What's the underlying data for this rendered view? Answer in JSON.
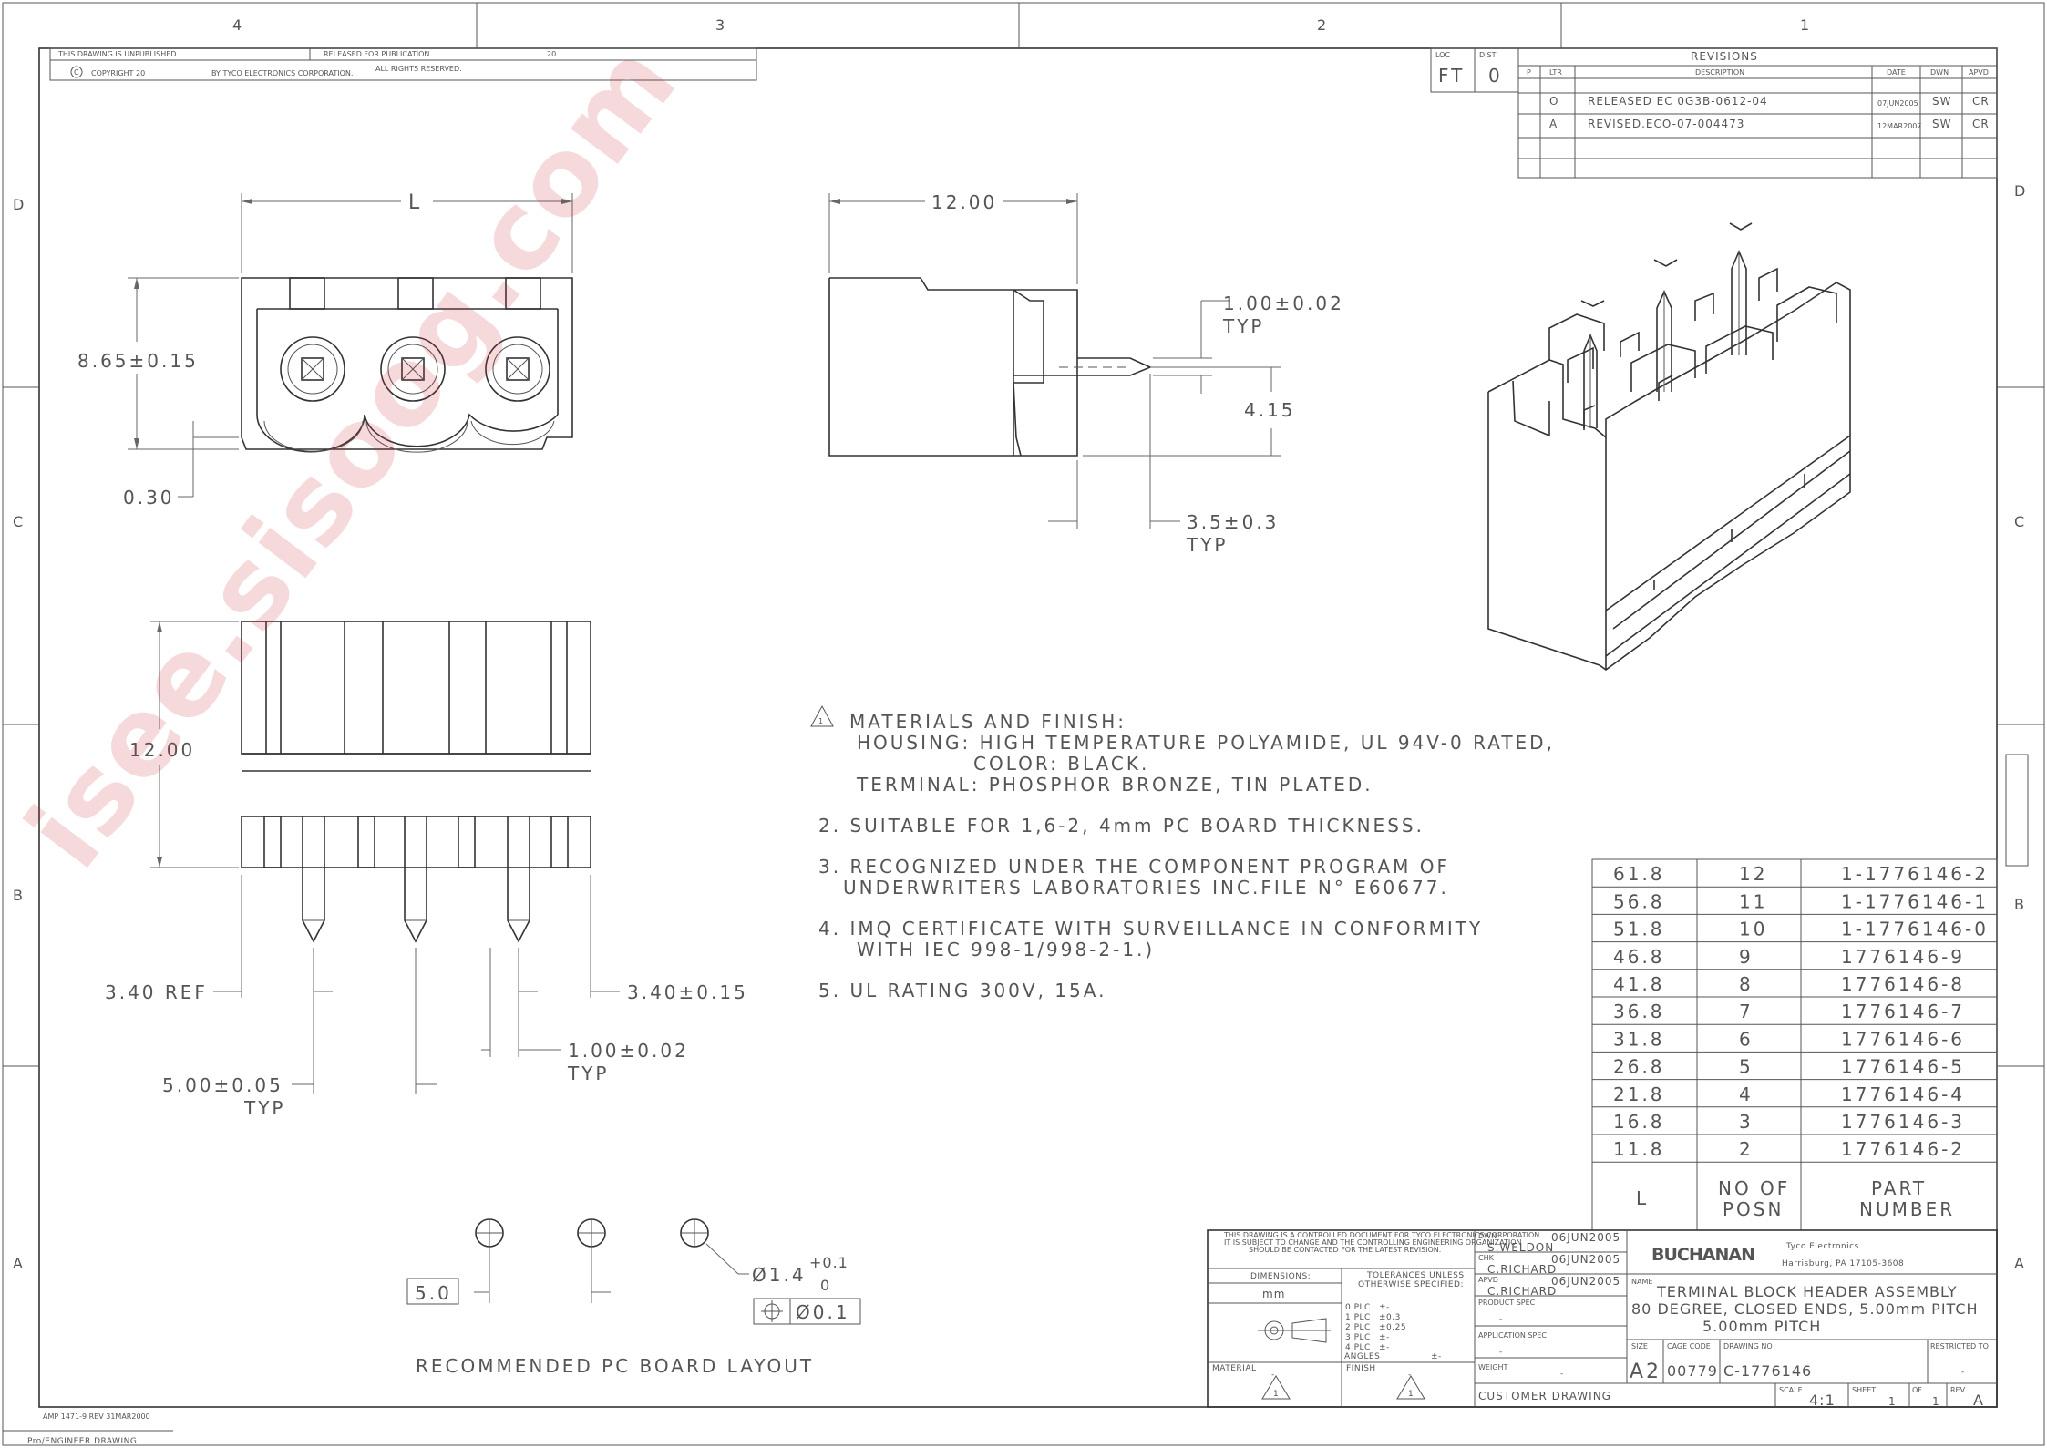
{
  "border": {
    "top_zones": [
      "4",
      "3",
      "2",
      "1"
    ],
    "side_zones": [
      "D",
      "C",
      "B",
      "A"
    ]
  },
  "title_strip": {
    "unpublished": "THIS DRAWING IS UNPUBLISHED.",
    "released": "RELEASED FOR PUBLICATION",
    "year": "20",
    "copyright": "COPYRIGHT 20",
    "by": "BY TYCO ELECTRONICS CORPORATION.",
    "rights": "ALL RIGHTS RESERVED."
  },
  "loc_dist": {
    "loc_label": "LOC",
    "loc": "FT",
    "dist_label": "DIST",
    "dist": "0"
  },
  "revisions": {
    "title": "REVISIONS",
    "headers": [
      "P",
      "LTR",
      "DESCRIPTION",
      "DATE",
      "DWN",
      "APVD"
    ],
    "rows": [
      {
        "ltr": "O",
        "desc": "RELEASED EC 0G3B-0612-04",
        "date": "07JUN2005",
        "dwn": "SW",
        "apvd": "CR"
      },
      {
        "ltr": "A",
        "desc": "REVISED.ECO-07-004473",
        "date": "12MAR2007",
        "dwn": "SW",
        "apvd": "CR"
      }
    ]
  },
  "dims": {
    "L": "L",
    "w12": "12.00",
    "h865": "8.65±0.15",
    "d030": "0.30",
    "pin_w": "1.00±0.02",
    "typ": "TYP",
    "d415": "4.15",
    "d35": "3.5±0.3",
    "h12": "12.00",
    "ref340": "3.40 REF",
    "d340": "3.40±0.15",
    "d100": "1.00±0.02",
    "pitch": "5.00±0.05"
  },
  "notes": [
    "MATERIALS AND FINISH:",
    "HOUSING: HIGH TEMPERATURE POLYAMIDE, UL 94V-0 RATED,",
    "COLOR: BLACK.",
    "TERMINAL: PHOSPHOR BRONZE, TIN PLATED.",
    "2. SUITABLE FOR 1,6-2, 4mm PC BOARD THICKNESS.",
    "3. RECOGNIZED UNDER THE COMPONENT PROGRAM OF",
    "UNDERWRITERS LABORATORIES INC.FILE N° E60677.",
    "4. IMQ CERTIFICATE WITH SURVEILLANCE IN CONFORMITY",
    "WITH IEC 998-1/998-2-1.)",
    "5. UL RATING 300V, 15A."
  ],
  "pcb": {
    "pitch": "5.0",
    "hole": "Ø1.4",
    "tol_plus": "+0.1",
    "tol_minus": "0",
    "pos_tol": "Ø0.1",
    "caption": "RECOMMENDED PC BOARD LAYOUT"
  },
  "part_table": {
    "rows": [
      {
        "l": "61.8",
        "posn": "12",
        "part": "1-1776146-2"
      },
      {
        "l": "56.8",
        "posn": "11",
        "part": "1-1776146-1"
      },
      {
        "l": "51.8",
        "posn": "10",
        "part": "1-1776146-0"
      },
      {
        "l": "46.8",
        "posn": "9",
        "part": "1776146-9"
      },
      {
        "l": "41.8",
        "posn": "8",
        "part": "1776146-8"
      },
      {
        "l": "36.8",
        "posn": "7",
        "part": "1776146-7"
      },
      {
        "l": "31.8",
        "posn": "6",
        "part": "1776146-6"
      },
      {
        "l": "26.8",
        "posn": "5",
        "part": "1776146-5"
      },
      {
        "l": "21.8",
        "posn": "4",
        "part": "1776146-4"
      },
      {
        "l": "16.8",
        "posn": "3",
        "part": "1776146-3"
      },
      {
        "l": "11.8",
        "posn": "2",
        "part": "1776146-2"
      }
    ],
    "h_l": "L",
    "h_posn_1": "NO OF",
    "h_posn_2": "POSN",
    "h_part_1": "PART",
    "h_part_2": "NUMBER"
  },
  "title_block": {
    "controlled_1": "THIS DRAWING IS A CONTROLLED DOCUMENT FOR TYCO ELECTRONICS CORPORATION",
    "controlled_2": "IT IS SUBJECT TO CHANGE AND THE CONTROLLING ENGINEERING ORGANIZATION",
    "controlled_3": "SHOULD BE CONTACTED FOR THE LATEST REVISION.",
    "dimensions_label": "DIMENSIONS:",
    "units": "mm",
    "tol_label_1": "TOLERANCES UNLESS",
    "tol_label_2": "OTHERWISE SPECIFIED:",
    "tolerances": [
      {
        "plc": "0 PLC",
        "val": "±-"
      },
      {
        "plc": "1 PLC",
        "val": "±0.3"
      },
      {
        "plc": "2 PLC",
        "val": "±0.25"
      },
      {
        "plc": "3 PLC",
        "val": "±-"
      },
      {
        "plc": "4 PLC",
        "val": "±-"
      }
    ],
    "angles": "ANGLES",
    "angles_val": "±-",
    "material": "MATERIAL",
    "finish": "FINISH",
    "dash": "-",
    "dwn_label": "DWN",
    "dwn_date": "06JUN2005",
    "dwn_name": "S.WELDON",
    "chk_label": "CHK",
    "chk_date": "06JUN2005",
    "chk_name": "C.RICHARD",
    "apvd_label": "APVD",
    "apvd_date": "06JUN2005",
    "apvd_name": "C.RICHARD",
    "product_spec": "PRODUCT SPEC",
    "application_spec": "APPLICATION SPEC",
    "weight": "WEIGHT",
    "customer": "CUSTOMER DRAWING",
    "brand": "BUCHANAN",
    "company": "Tyco Electronics",
    "address": "Harrisburg, PA 17105-3608",
    "name_label": "NAME",
    "title_1": "TERMINAL BLOCK HEADER ASSEMBLY",
    "title_2": "80 DEGREE, CLOSED ENDS, 5.00mm PITCH",
    "title_3": "5.00mm PITCH",
    "size_label": "SIZE",
    "size": "A2",
    "cage_label": "CAGE CODE",
    "cage": "00779",
    "dwg_label": "DRAWING NO",
    "dwg": "C-1776146",
    "restricted": "RESTRICTED TO",
    "scale_label": "SCALE",
    "scale": "4:1",
    "sheet_label": "SHEET",
    "sheet": "1",
    "of_label": "OF",
    "of": "1",
    "rev_label": "REV",
    "rev": "A"
  },
  "footer": {
    "form": "AMP 1471-9 REV 31MAR2000",
    "tool": "Pro/ENGINEER DRAWING"
  },
  "watermark": "isee.sisoog.com"
}
